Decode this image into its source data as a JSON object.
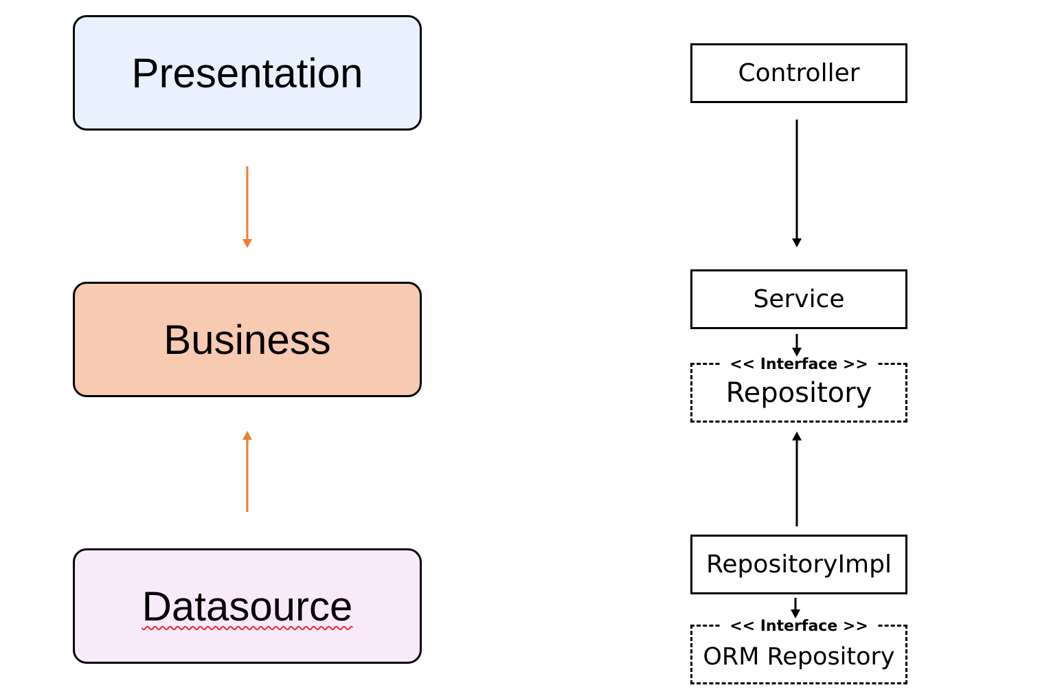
{
  "layers": {
    "presentation": {
      "label": "Presentation",
      "fill": "#e9f0fe"
    },
    "business": {
      "label": "Business",
      "fill": "#f7cbb1"
    },
    "datasource": {
      "label": "Datasource",
      "fill": "#f9eafa"
    }
  },
  "layer_arrow_color": "#ed7d31",
  "implementation": {
    "controller": {
      "label": "Controller"
    },
    "service": {
      "label": "Service"
    },
    "repository": {
      "stereotype": "<< Interface >>",
      "label": "Repository"
    },
    "repository_impl": {
      "label": "RepositoryImpl"
    },
    "orm_repository": {
      "stereotype": "<< Interface >>",
      "label": "ORM Repository"
    }
  }
}
